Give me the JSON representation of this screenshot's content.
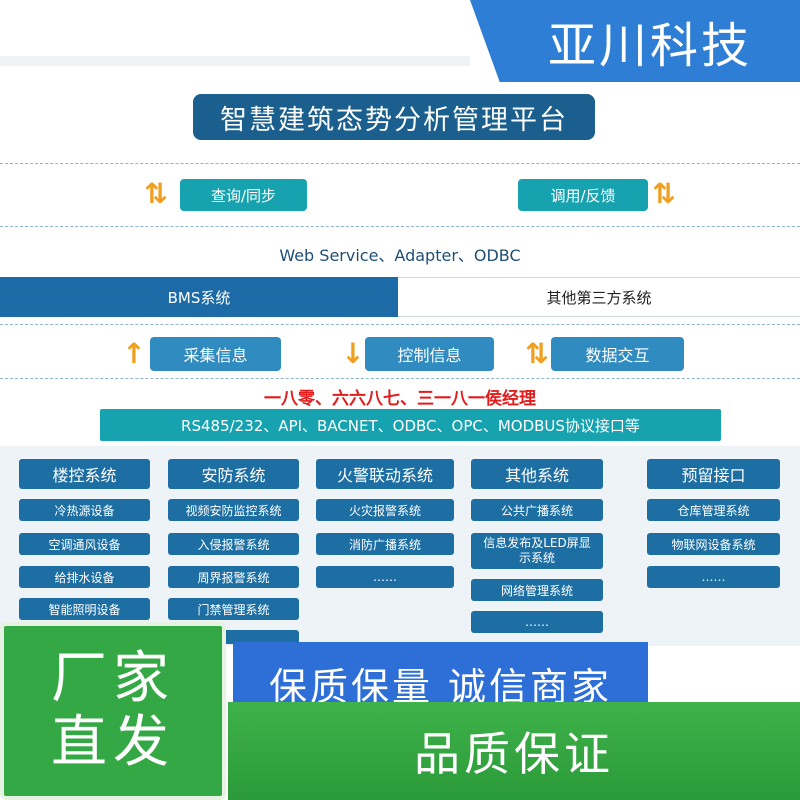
{
  "brand": "亚川科技",
  "title": "智慧建筑态势分析管理平台",
  "row1": {
    "left": "查询/同步",
    "right": "调用/反馈"
  },
  "interface_line": "Web Service、Adapter、ODBC",
  "systems": {
    "bms": "BMS系统",
    "third": "其他第三方系统"
  },
  "row2": {
    "collect": "采集信息",
    "control": "控制信息",
    "exchange": "数据交互"
  },
  "phone_text": "一八零、六六八七、三一八一侯经理",
  "protocol_line": "RS485/232、API、BACNET、ODBC、OPC、MODBUS协议接口等",
  "columns": [
    {
      "head": "楼控系统",
      "items": [
        "冷热源设备",
        "空调通风设备",
        "给排水设备",
        "智能照明设备"
      ]
    },
    {
      "head": "安防系统",
      "items": [
        "视频安防监控系统",
        "入侵报警系统",
        "周界报警系统",
        "门禁管理系统"
      ]
    },
    {
      "head": "火警联动系统",
      "items": [
        "火灾报警系统",
        "消防广播系统",
        "……"
      ]
    },
    {
      "head": "其他系统",
      "items": [
        "公共广播系统",
        "信息发布及LED屏显示系统",
        "网络管理系统",
        "……"
      ]
    },
    {
      "head": "预留接口",
      "items": [
        "仓库管理系统",
        "物联网设备系统",
        "……"
      ]
    }
  ],
  "promo": {
    "blue": "保质保量 诚信商家",
    "green_bar": "品质保证",
    "box_line1": "厂家",
    "box_line2": "直发"
  }
}
